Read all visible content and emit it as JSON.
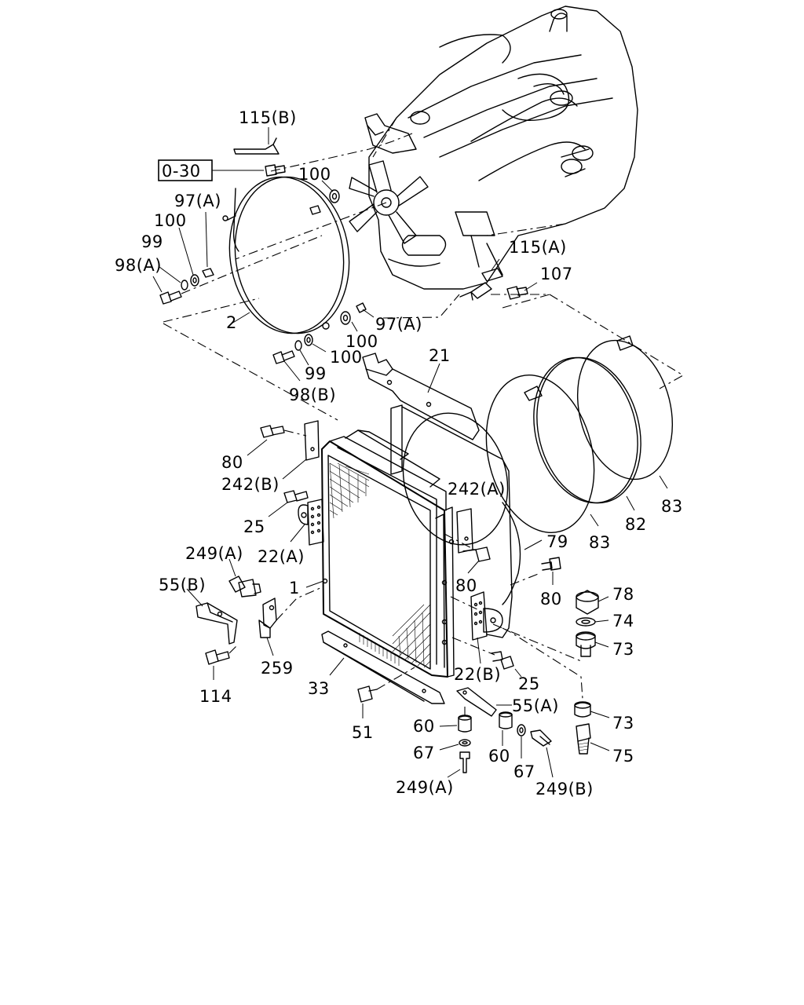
{
  "reference_box": "0-30",
  "labels": {
    "l115b": "115(B)",
    "l100a": "100",
    "l97a_top": "97(A)",
    "l100b": "100",
    "l99a": "99",
    "l98a": "98(A)",
    "l115a": "115(A)",
    "l107": "107",
    "l2": "2",
    "l97a_mid": "97(A)",
    "l100c": "100",
    "l100d": "100",
    "l99b": "99",
    "l98b": "98(B)",
    "l21": "21",
    "l80a": "80",
    "l242b": "242(B)",
    "l242a": "242(A)",
    "l25a": "25",
    "l22a": "22(A)",
    "l249a_top": "249(A)",
    "l1": "1",
    "l55b": "55(B)",
    "l80b": "80",
    "l80c": "80",
    "l79": "79",
    "l83a": "83",
    "l82": "82",
    "l83b": "83",
    "l78": "78",
    "l74": "74",
    "l73a": "73",
    "l259": "259",
    "l114": "114",
    "l33": "33",
    "l22b": "22(B)",
    "l25b": "25",
    "l55a": "55(A)",
    "l73b": "73",
    "l51": "51",
    "l60a": "60",
    "l60b": "60",
    "l67a": "67",
    "l67b": "67",
    "l75": "75",
    "l249a_bot": "249(A)",
    "l249b": "249(B)"
  }
}
